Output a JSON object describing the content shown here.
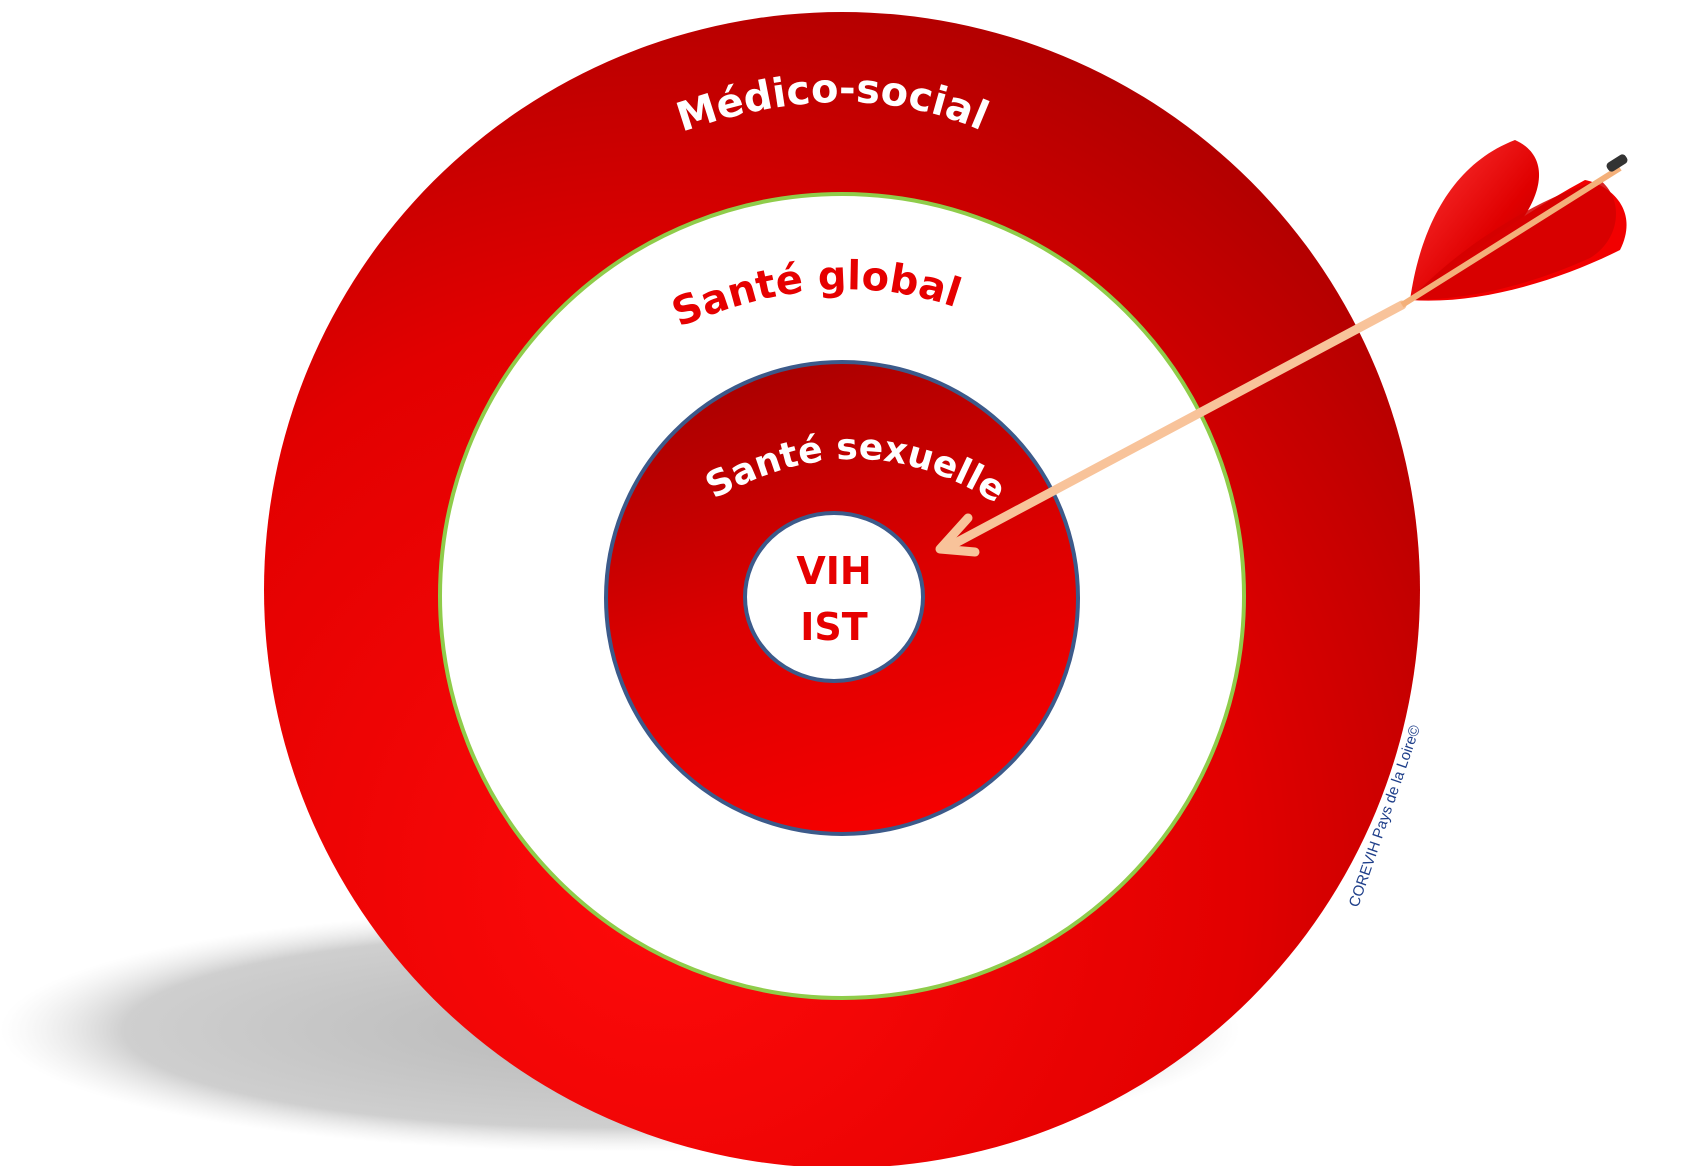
{
  "rings": {
    "outer": {
      "label": "Médico-social",
      "color": "#e00000",
      "label_color": "#ffffff"
    },
    "second": {
      "label": "Santé globale",
      "color": "#ffffff",
      "border_color": "#8fcc4a",
      "label_color": "#e60000"
    },
    "third": {
      "label": "Santé sexuelle",
      "color": "#d80000",
      "border_color": "#3c5a8a",
      "label_color": "#ffffff"
    },
    "center": {
      "line1": "VIH",
      "line2": "IST",
      "color": "#ffffff",
      "border_color": "#3c5a8a",
      "label_color": "#e60000"
    }
  },
  "arrow": {
    "shaft_color": "#f8c39a",
    "fletching_color": "#e80000"
  },
  "credit": "COREVIH Pays de la Loire©"
}
